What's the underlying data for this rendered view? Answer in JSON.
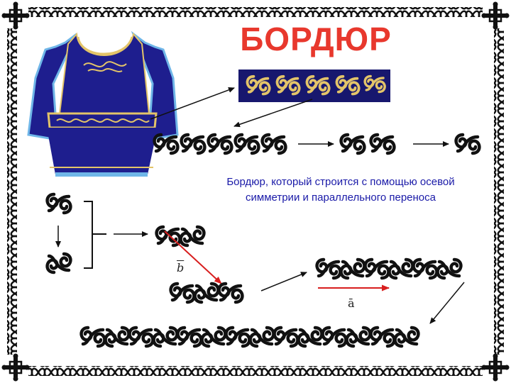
{
  "title": "БОРДЮР",
  "caption": "Бордюр, который строится с помощью осевой симметрии и параллельного переноса",
  "vector_b_label": "b",
  "vector_a_label": "ā",
  "colors": {
    "title": "#e8382d",
    "caption": "#1a1aa8",
    "ornament": "#111111",
    "vector_arrow": "#d81e1e",
    "garment_main": "#1e1e8e",
    "garment_trim": "#e3c469",
    "garment_hem": "#6fb6e8",
    "band_background": "#17176e",
    "band_ornament": "#e3c469"
  },
  "icons": [
    "corner-cross-ornament",
    "curl-ornament-motif",
    "garment-illustration"
  ]
}
